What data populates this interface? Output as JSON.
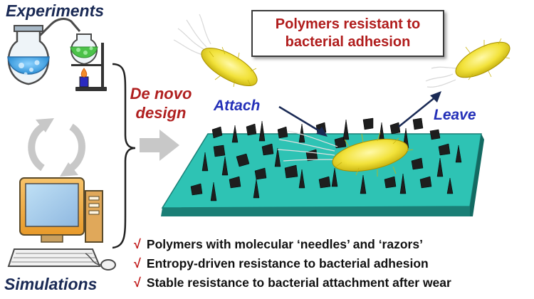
{
  "labels": {
    "experiments": "Experiments",
    "simulations": "Simulations",
    "de_novo_line1": "De novo",
    "de_novo_line2": "design",
    "attach": "Attach",
    "leave": "Leave"
  },
  "title_box": {
    "line1": "Polymers resistant to",
    "line2": "bacterial adhesion"
  },
  "bullets": [
    "Polymers with molecular ‘needles’ and ‘razors’",
    "Entropy-driven resistance to bacterial adhesion",
    "Stable resistance to bacterial attachment after wear"
  ],
  "bullet_mark": "√",
  "colors": {
    "surface_top": "#2ec3b4",
    "surface_edge": "#1a7f76",
    "bacteria": "#f2e23a",
    "label_blue": "#2430b8",
    "label_red": "#b02020",
    "liquid": "#3aa3e6",
    "precipitate": "#4cc24a"
  }
}
